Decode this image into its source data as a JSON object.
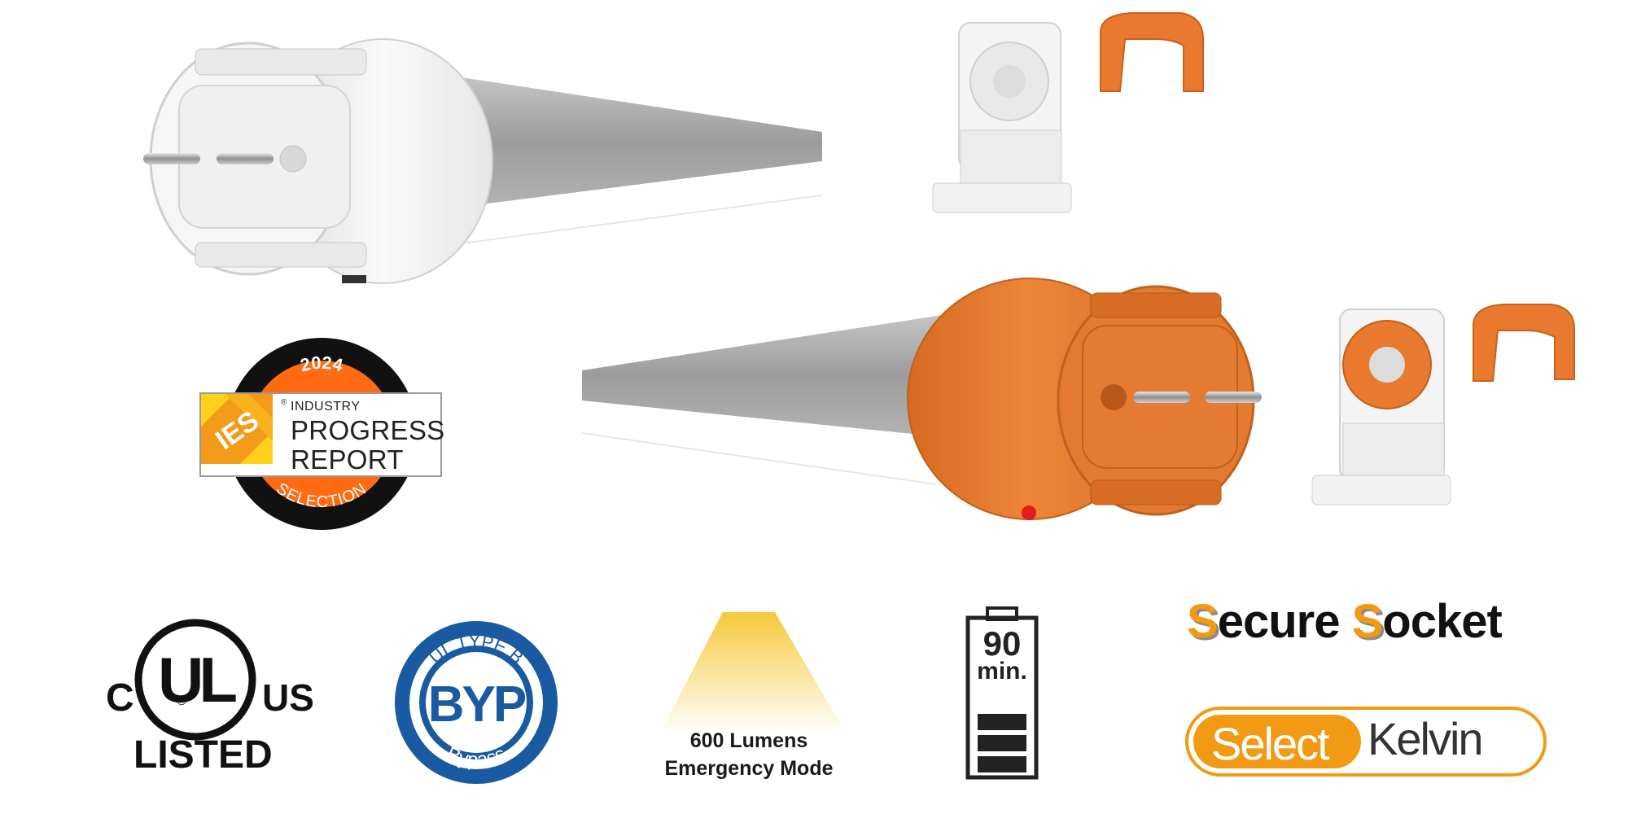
{
  "badges": {
    "ies": {
      "year": "2024",
      "industry": "INDUSTRY",
      "progress": "PROGRESS",
      "report": "REPORT",
      "selection": "SELECTION",
      "logo_text": "IES",
      "registered_mark": "®",
      "colors": {
        "ring": "#111111",
        "core": "#ff6a13",
        "logo_yellow": "#ffd11a",
        "logo_orange": "#f39a1b"
      }
    },
    "ul_listed": {
      "c": "C",
      "ul": "UL",
      "registered_mark": "®",
      "us": "US",
      "listed": "LISTED"
    },
    "bypass": {
      "top": "UL TYPE B",
      "center": "BYP",
      "bottom": "Bypass",
      "color": "#1a5aa0"
    },
    "emergency": {
      "line1": "600 Lumens",
      "line2": "Emergency Mode",
      "color": "#f5c93a"
    },
    "battery": {
      "number": "90",
      "unit": "min.",
      "bars_filled": 3
    },
    "secure_socket": {
      "s1": "S",
      "rest1": "ecure",
      "s2": "S",
      "rest2": "ocket",
      "accent": "#f29a14"
    },
    "select_kelvin": {
      "select": "Select",
      "kelvin": "Kelvin",
      "accent": "#f29a14"
    }
  },
  "products": {
    "tube_white": {
      "cap_color": "#f2f2f2"
    },
    "tube_orange": {
      "cap_color": "#e8792e"
    },
    "tube_body_color": "#a8a8a8"
  }
}
